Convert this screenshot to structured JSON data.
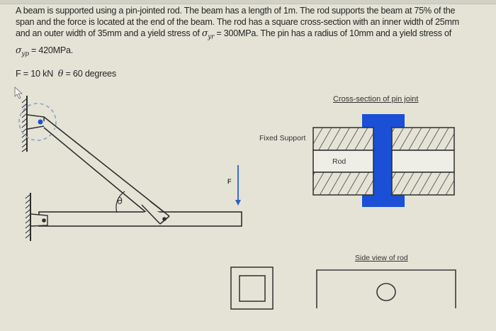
{
  "problem": {
    "line1": "A beam is supported using a pin-jointed rod. The beam has a length of 1m. The rod supports the beam at 75% of the",
    "line2": "span and the force is located at the end of the beam. The rod has a square cross-section with an inner width of 25mm",
    "line3_prefix": "and an outer width of 35mm and a yield stress of ",
    "sigma_symbol": "σ",
    "rod_yield_subscript": "yr",
    "rod_yield_value": " = 300MPa.",
    "line3_suffix": " The pin has a radius of 10mm and a yield stress of",
    "pin_yield_subscript": "yp",
    "pin_yield_value": " = 420MPa."
  },
  "given": {
    "force": "F = 10 kN",
    "theta_symbol": "θ",
    "angle": " = 60 degrees"
  },
  "diagram": {
    "theta_label": "θ",
    "force_label": "F",
    "cross_section_title": "Cross-section of pin joint",
    "fixed_support_label": "Fixed Support",
    "rod_label": "Rod",
    "side_view_title": "Side view of rod",
    "colors": {
      "pin_blue": "#1b4fd6",
      "line": "#2e2e2e",
      "dashed_circle": "#8aa2c8",
      "force_arrow": "#2a5fc7"
    }
  }
}
